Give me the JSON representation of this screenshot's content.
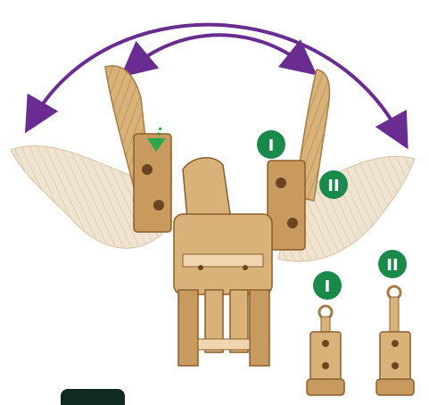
{
  "colors": {
    "background": "#ffffff",
    "arrow": "#6a2c91",
    "badge": "#1a8a4a",
    "badge_text": "#ffffff",
    "wood": "#d9b27a",
    "wood_dark": "#a87b45",
    "wood_light": "#efd6ae",
    "hint_arrow": "#2aa84a",
    "corner_tab": "#0f2a22"
  },
  "icons": {
    "rotation_arrows": "double-headed-curved-arrow",
    "hint": "dotted-down-arrow",
    "model": "wooden-pegasus-model"
  },
  "badges": {
    "wing_left_top": "I",
    "wing_right_top": "II",
    "part_left": "I",
    "part_right": "II"
  }
}
